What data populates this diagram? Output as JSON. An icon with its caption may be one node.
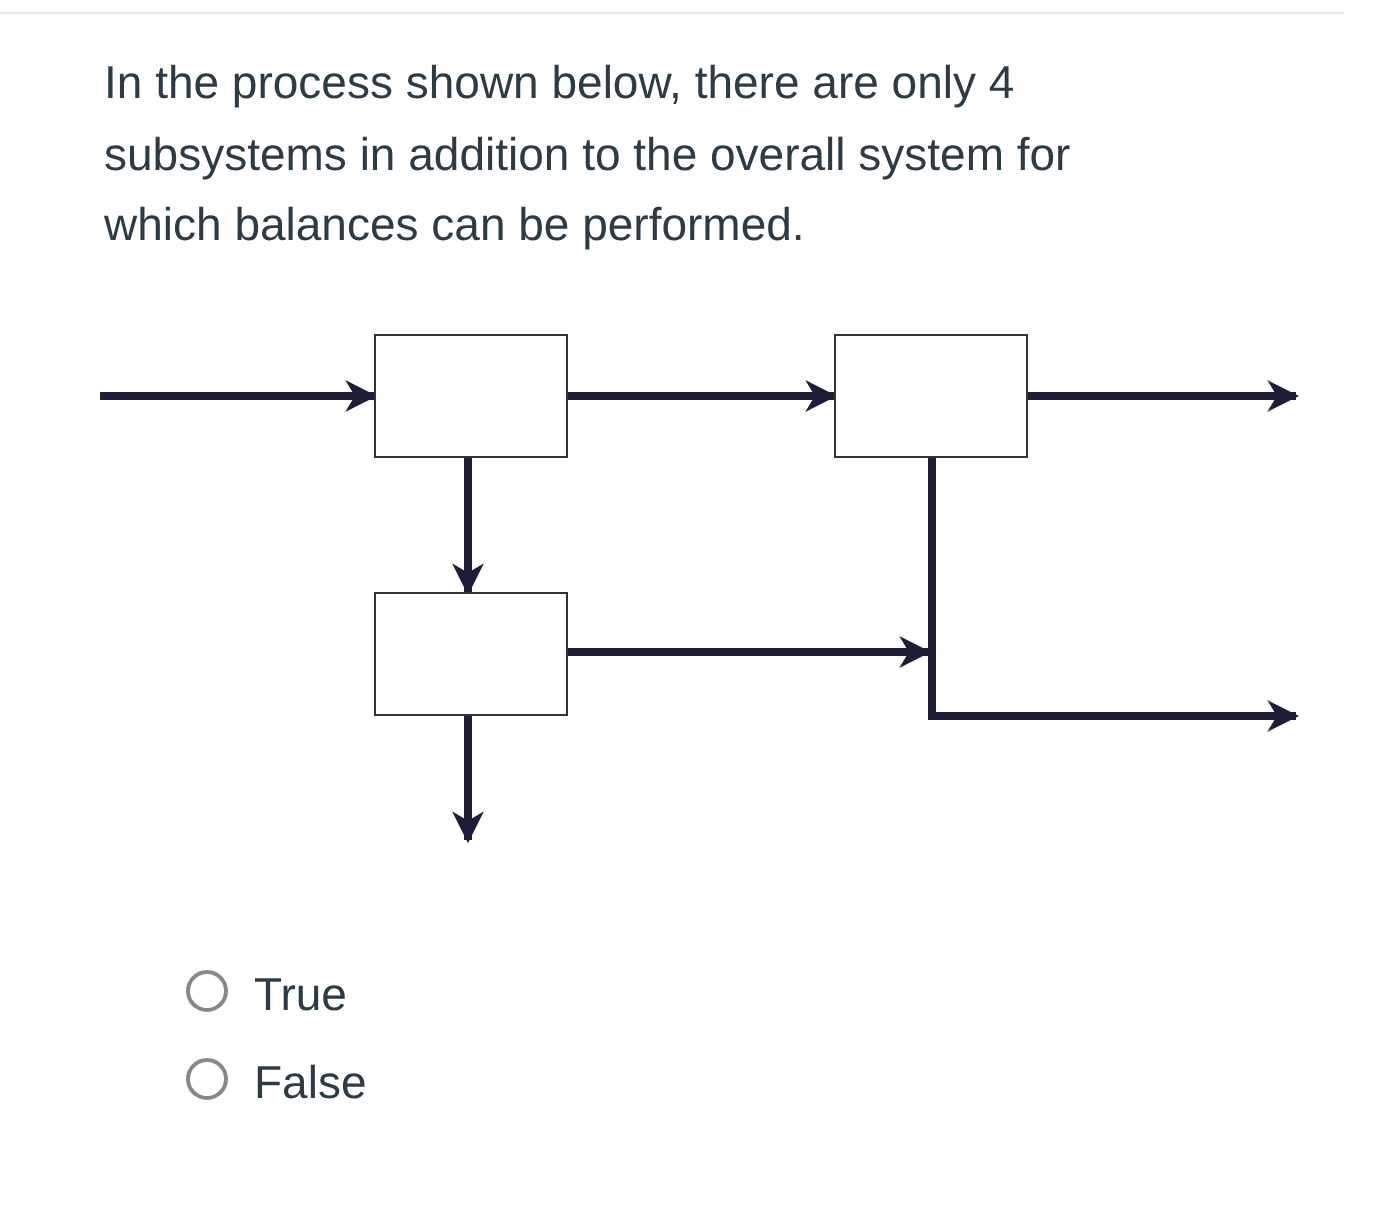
{
  "diagram": {
    "title": "In the process shown below, there are only 4 subsystems in addition to the overall system for which balances can be performed.",
    "nodes": [
      {
        "text": [],
        "shape": "box"
      },
      {
        "text": [],
        "shape": "box"
      },
      {
        "text": [],
        "shape": "box"
      }
    ],
    "edges": [
      {
        "from": null,
        "to": 0,
        "arrow": "to"
      },
      {
        "from": 0,
        "to": 1,
        "arrow": "to"
      },
      {
        "from": 1,
        "to": null,
        "arrow": "to"
      },
      {
        "from": 0,
        "to": 2,
        "arrow": "to"
      },
      {
        "from": 1,
        "to": null,
        "arrow": "to"
      },
      {
        "from": 2,
        "to": null,
        "arrow": "to"
      },
      {
        "from": 2,
        "to": null,
        "arrow": "to"
      }
    ],
    "labels": [
      "True",
      "False"
    ]
  }
}
